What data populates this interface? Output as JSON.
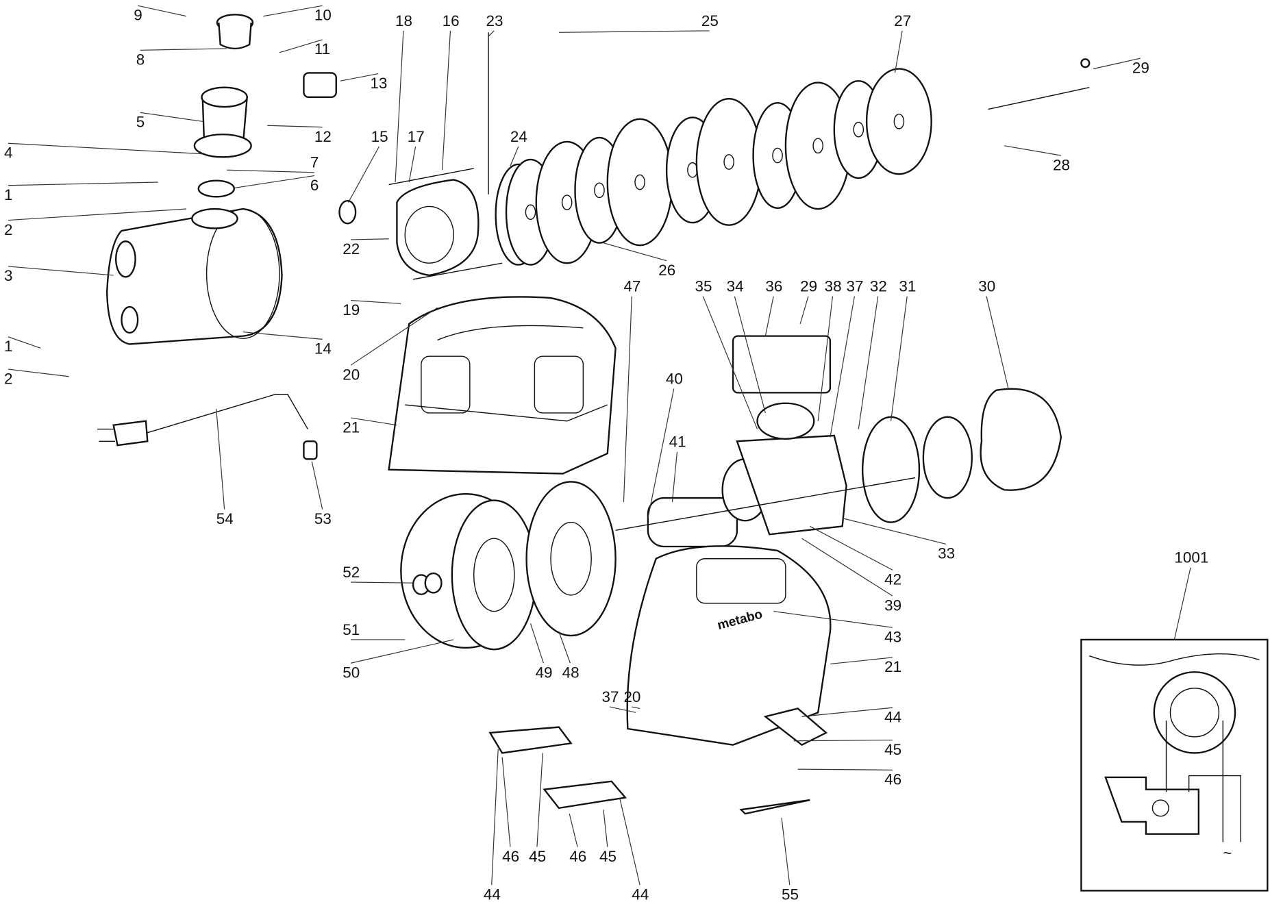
{
  "diagram": {
    "title": "Exploded parts diagram - garden pump",
    "brand_logo_text": "metabo",
    "labels": [
      "9",
      "10",
      "8",
      "11",
      "13",
      "5",
      "12",
      "4",
      "7",
      "1",
      "6",
      "2",
      "3",
      "1",
      "14",
      "2",
      "15",
      "18",
      "16",
      "23",
      "17",
      "24",
      "25",
      "27",
      "29",
      "28",
      "22",
      "26",
      "19",
      "20",
      "21",
      "47",
      "35",
      "34",
      "36",
      "29",
      "38",
      "37",
      "32",
      "31",
      "30",
      "40",
      "41",
      "33",
      "42",
      "39",
      "43",
      "21",
      "44",
      "45",
      "46",
      "54",
      "53",
      "52",
      "51",
      "50",
      "49",
      "48",
      "37",
      "20",
      "1001",
      "46",
      "45",
      "46",
      "45",
      "44",
      "44",
      "55"
    ],
    "inset": {
      "label": "1001",
      "symbol": "~"
    }
  }
}
